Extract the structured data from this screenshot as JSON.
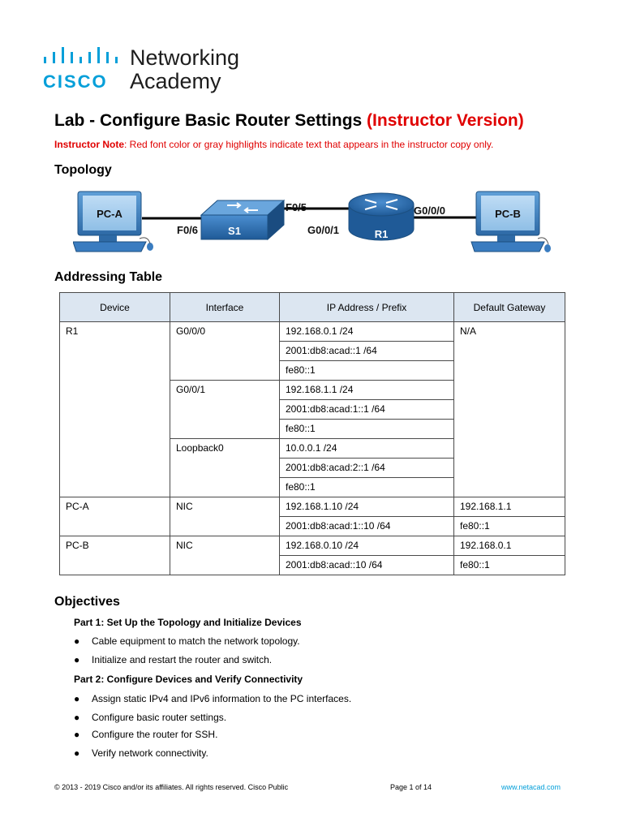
{
  "logo": {
    "brand": "CISCO",
    "line1": "Networking",
    "line2": "Academy"
  },
  "title": {
    "main": "Lab - Configure Basic Router Settings ",
    "instructor": "(Instructor Version)"
  },
  "note": {
    "label": "Instructor Note",
    "text": ": Red font color or gray highlights indicate text that appears in the instructor copy only."
  },
  "topology": {
    "heading": "Topology",
    "pc_a": "PC-A",
    "pc_b": "PC-B",
    "switch": "S1",
    "router": "R1",
    "s1_left_port": "F0/6",
    "s1_right_port": "F0/5",
    "r1_left_port": "G0/0/1",
    "r1_right_port": "G0/0/0"
  },
  "addressing": {
    "heading": "Addressing Table",
    "columns": [
      "Device",
      "Interface",
      "IP Address / Prefix",
      "Default Gateway"
    ],
    "r1": {
      "device": "R1",
      "g000": {
        "name": "G0/0/0",
        "ips": [
          "192.168.0.1 /24",
          "2001:db8:acad::1 /64",
          "fe80::1"
        ]
      },
      "g001": {
        "name": "G0/0/1",
        "ips": [
          "192.168.1.1 /24",
          "2001:db8:acad:1::1 /64",
          "fe80::1"
        ]
      },
      "lo0": {
        "name": "Loopback0",
        "ips": [
          "10.0.0.1 /24",
          "2001:db8:acad:2::1 /64",
          "fe80::1"
        ]
      },
      "gateway": "N/A"
    },
    "pca": {
      "device": "PC-A",
      "interface": "NIC",
      "ips": [
        "192.168.1.10 /24",
        "2001:db8:acad:1::10 /64"
      ],
      "gateways": [
        "192.168.1.1",
        "fe80::1"
      ]
    },
    "pcb": {
      "device": "PC-B",
      "interface": "NIC",
      "ips": [
        "192.168.0.10 /24",
        "2001:db8:acad::10 /64"
      ],
      "gateways": [
        "192.168.0.1",
        "fe80::1"
      ]
    }
  },
  "objectives": {
    "heading": "Objectives",
    "part1": "Part 1: Set Up the Topology and Initialize Devices",
    "part1_items": [
      "Cable equipment to match the network topology.",
      "Initialize and restart the router and switch."
    ],
    "part2": "Part 2: Configure Devices and Verify Connectivity",
    "part2_items": [
      "Assign static IPv4 and IPv6 information to the PC interfaces.",
      "Configure basic router settings.",
      "Configure the router for SSH.",
      "Verify network connectivity."
    ]
  },
  "footer": {
    "copyright": "© 2013 - 2019 Cisco and/or its affiliates. All rights reserved. Cisco Public",
    "page": "Page 1 of 14",
    "url": "www.netacad.com"
  }
}
